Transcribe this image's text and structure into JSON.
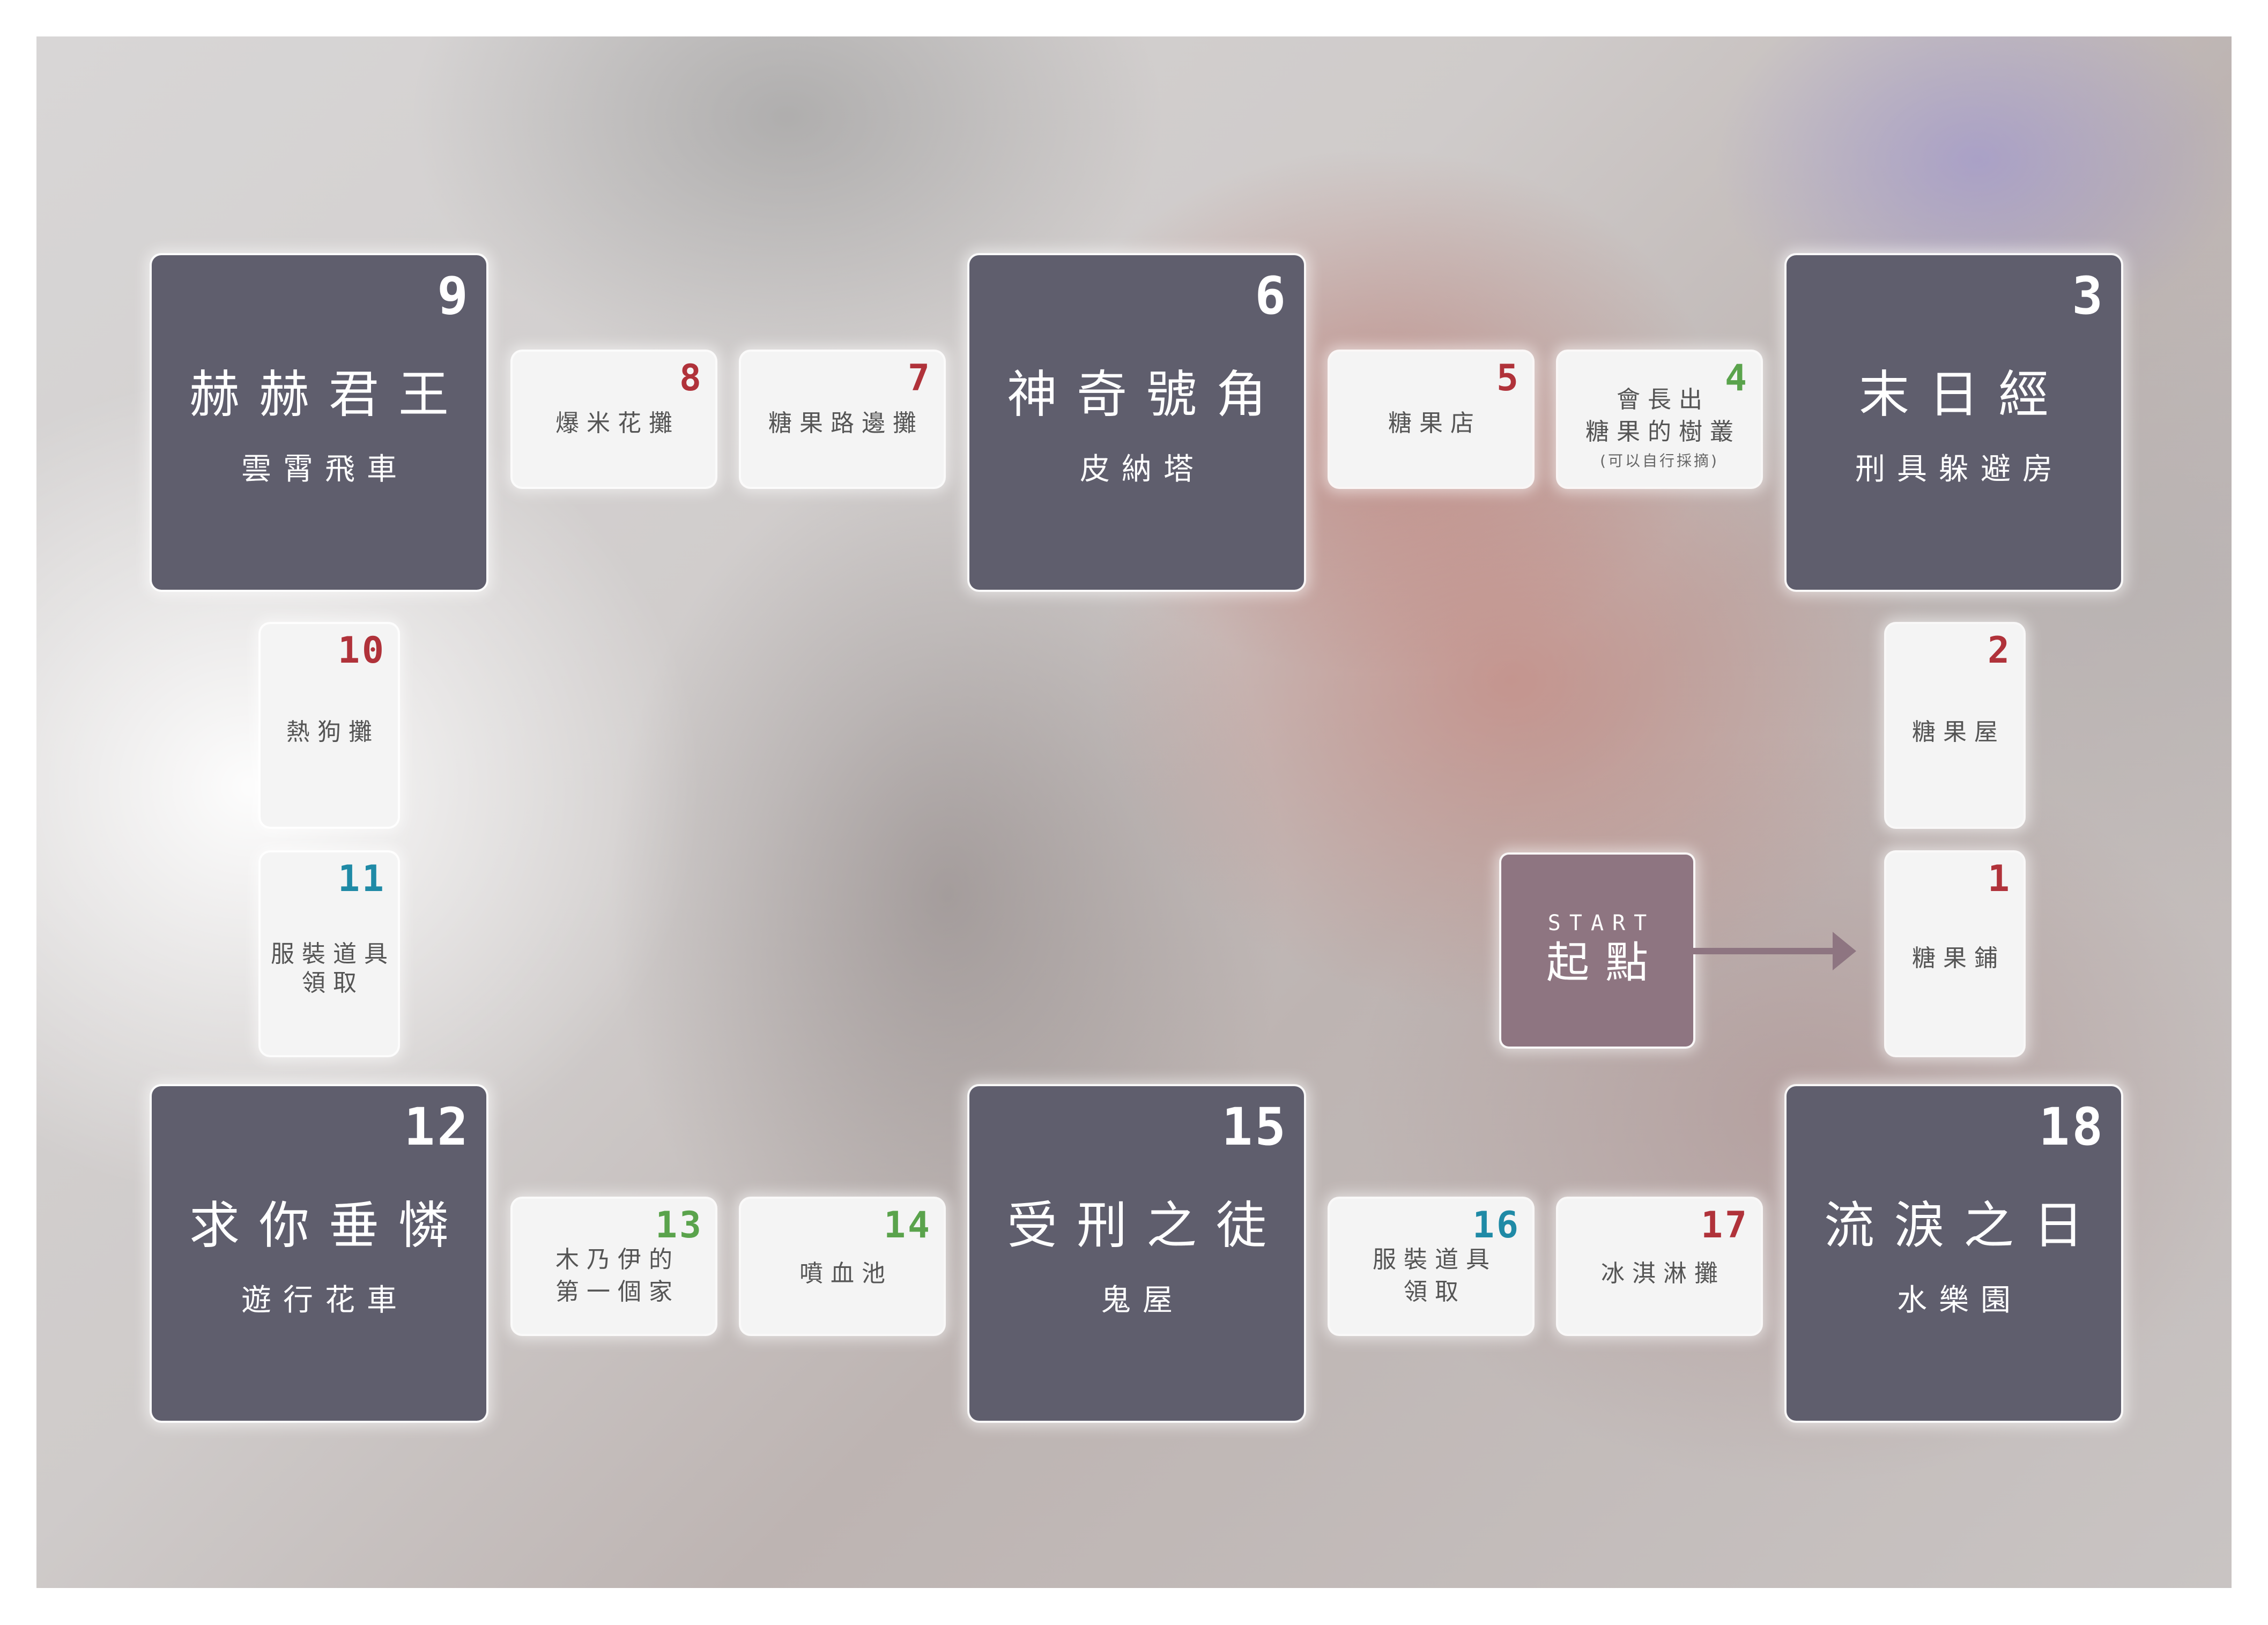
{
  "board": {
    "start": {
      "en": "START",
      "zh": "起點"
    },
    "big_tiles": {
      "t9": {
        "number": "9",
        "title": "赫赫君王",
        "subtitle": "雲霄飛車"
      },
      "t6": {
        "number": "6",
        "title": "神奇號角",
        "subtitle": "皮納塔"
      },
      "t3": {
        "number": "3",
        "title": "末日經",
        "subtitle": "刑具躲避房"
      },
      "t12": {
        "number": "12",
        "title": "求你垂憐",
        "subtitle": "遊行花車"
      },
      "t15": {
        "number": "15",
        "title": "受刑之徒",
        "subtitle": "鬼屋"
      },
      "t18": {
        "number": "18",
        "title": "流淚之日",
        "subtitle": "水樂園"
      }
    },
    "small_tiles": {
      "t1": {
        "number": "1",
        "label": "糖果鋪"
      },
      "t2": {
        "number": "2",
        "label": "糖果屋"
      },
      "t4": {
        "number": "4",
        "label_line1": "會長出",
        "label_line2": "糖果的樹叢",
        "note": "(可以自行採摘)"
      },
      "t5": {
        "number": "5",
        "label": "糖果店"
      },
      "t7": {
        "number": "7",
        "label": "糖果路邊攤"
      },
      "t8": {
        "number": "8",
        "label": "爆米花攤"
      },
      "t10": {
        "number": "10",
        "label": "熱狗攤"
      },
      "t11": {
        "number": "11",
        "label_line1": "服裝道具",
        "label_line2": "領取"
      },
      "t13": {
        "number": "13",
        "label_line1": "木乃伊的",
        "label_line2": "第一個家"
      },
      "t14": {
        "number": "14",
        "label": "噴血池"
      },
      "t16": {
        "number": "16",
        "label_line1": "服裝道具",
        "label_line2": "領取"
      },
      "t17": {
        "number": "17",
        "label": "冰淇淋攤"
      }
    }
  },
  "colors": {
    "big_tile": "#5f5e6d",
    "small_tile": "#f4f4f4",
    "start_tile": "#8e7581",
    "number_red": "#b0323a",
    "number_green": "#5aa34c",
    "number_blue": "#1f8aa6"
  },
  "icons": {
    "start_arrow": "arrow-right-icon"
  }
}
